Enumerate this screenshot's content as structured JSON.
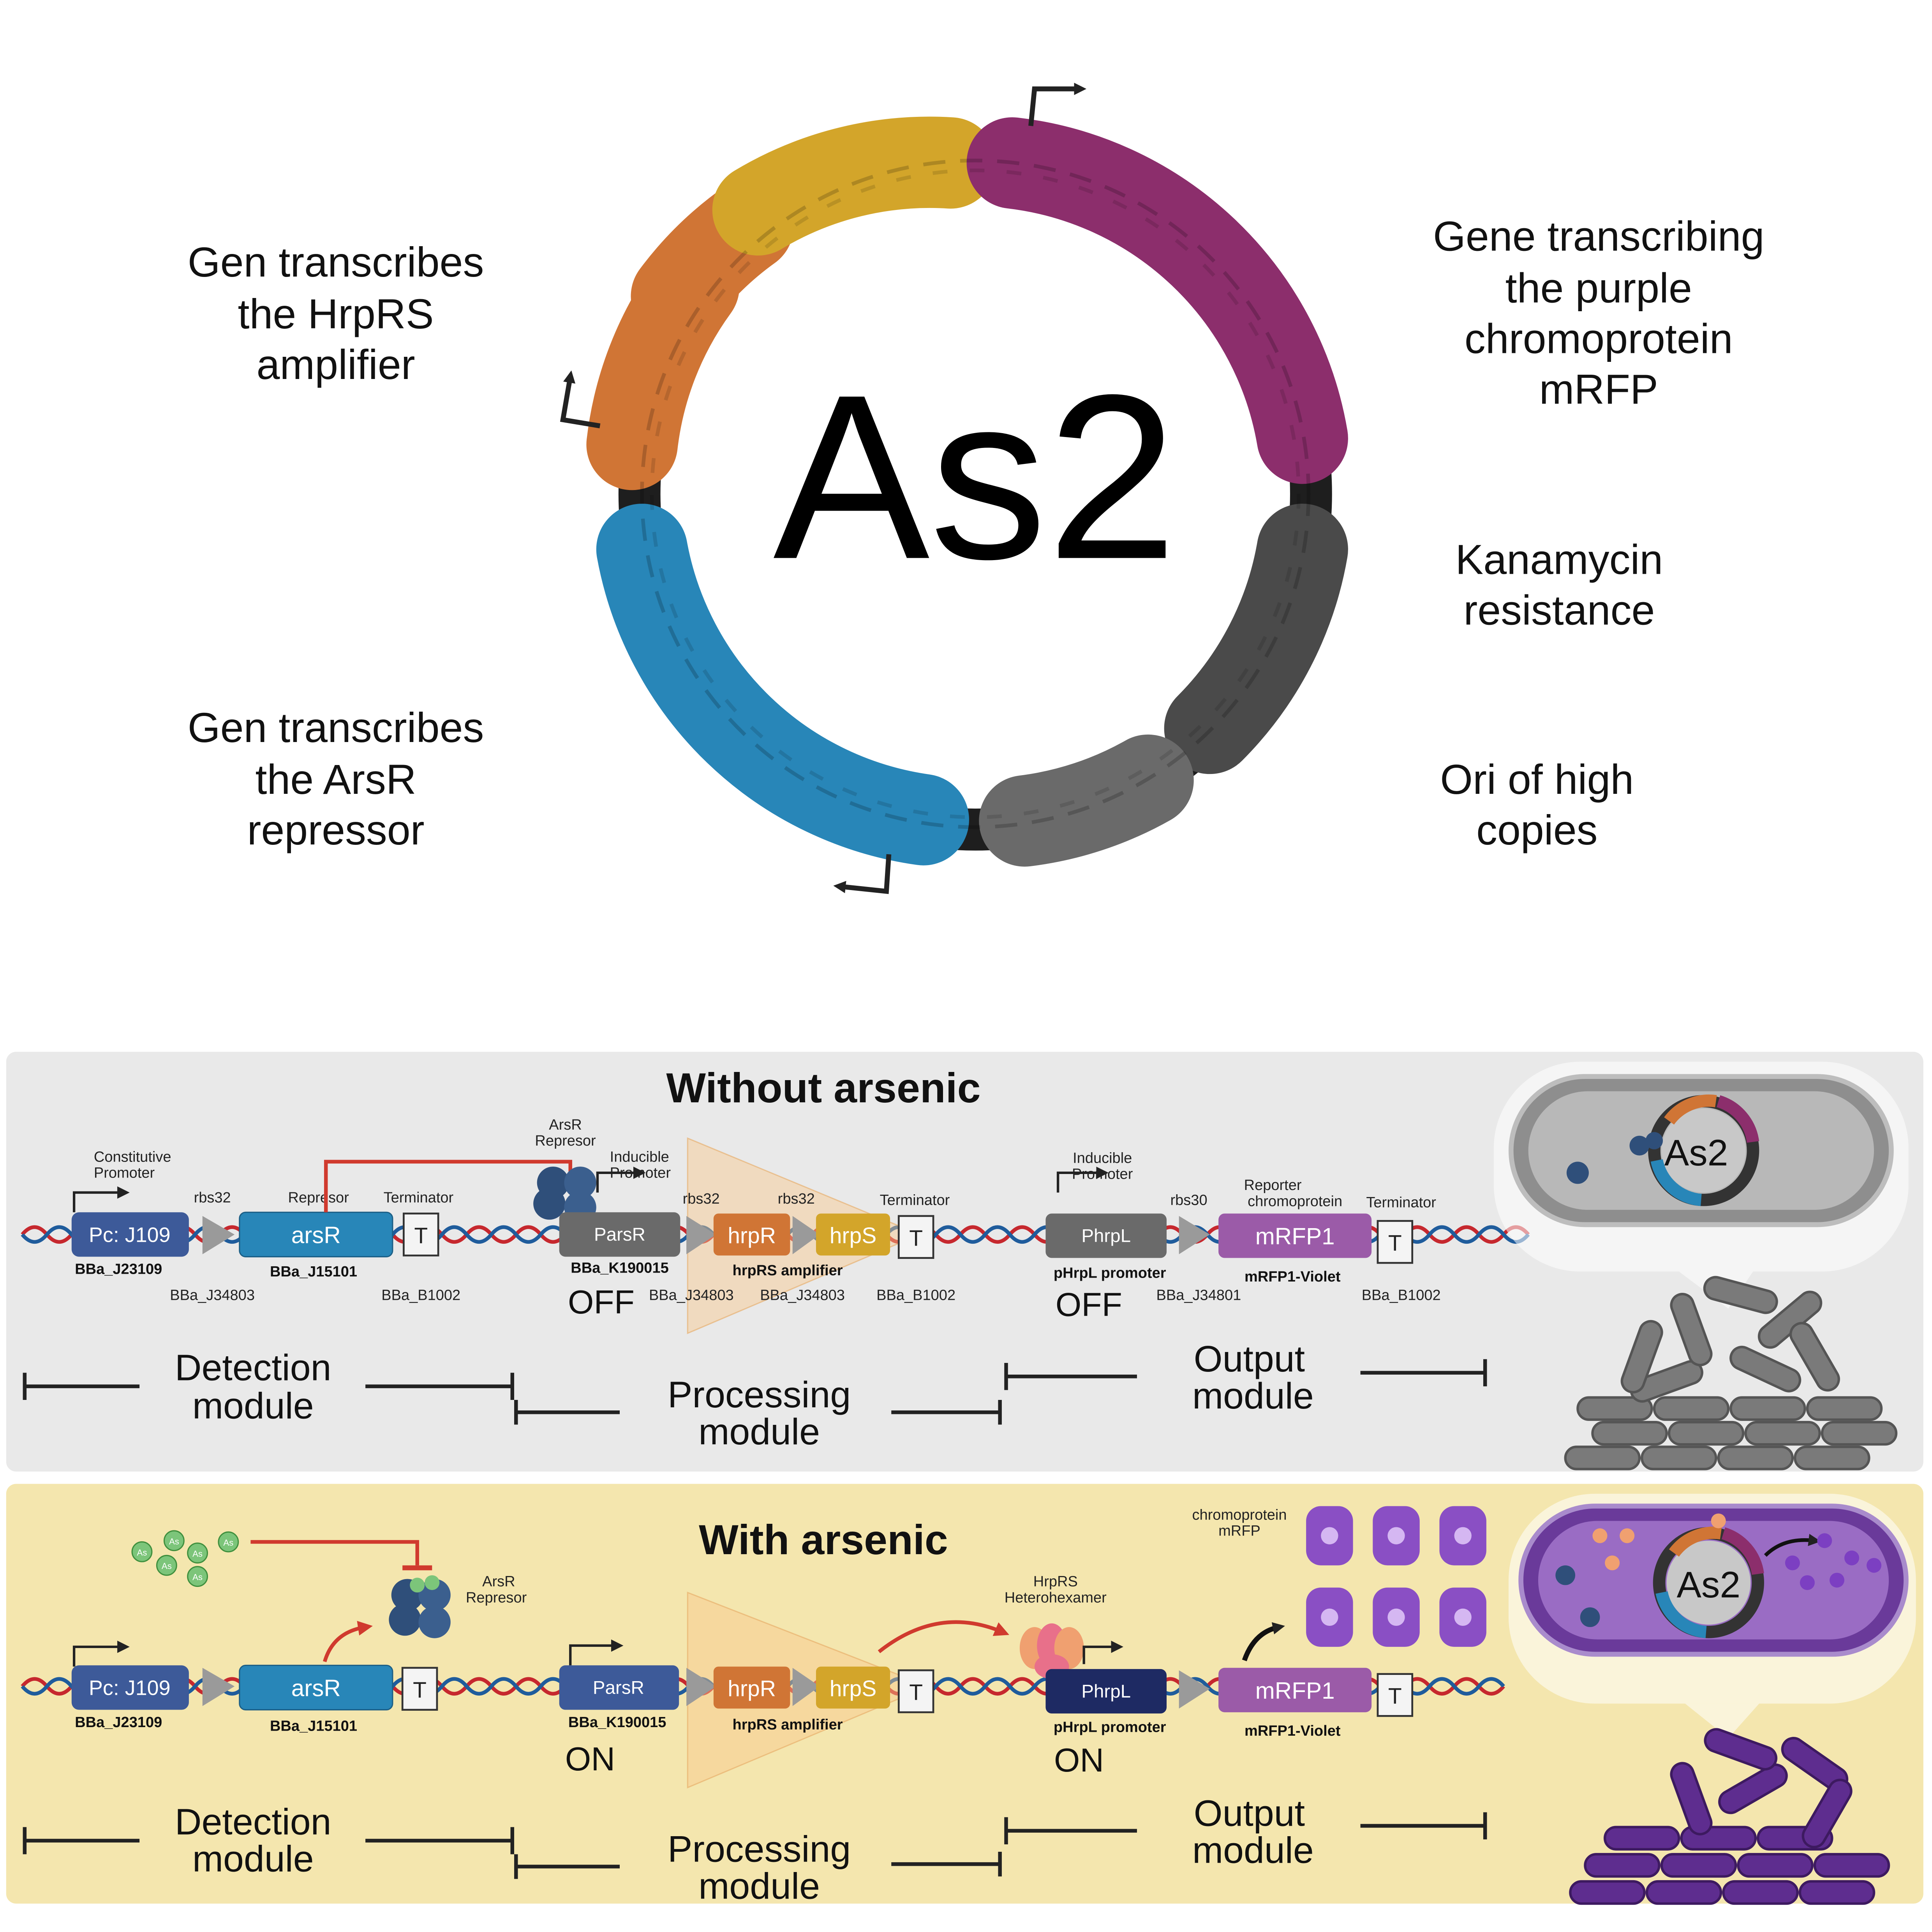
{
  "plasmid": {
    "name": "As2",
    "labels": {
      "hrprs": [
        "Gen transcribes",
        "the HrpRS",
        "amplifier"
      ],
      "arsr": [
        "Gen transcribes",
        "the ArsR",
        "repressor"
      ],
      "mrfp": [
        "Gene transcribing",
        "the purple",
        "chromoprotein",
        "mRFP"
      ],
      "kan": [
        "Kanamycin",
        "resistance"
      ],
      "ori": [
        "Ori of high",
        "copies"
      ]
    },
    "segment_colors": {
      "orange": "#D07535",
      "gold": "#D3A52A",
      "purple": "#8C2E6C",
      "darkgray": "#4A4A4A",
      "gray": "#6A6A6A",
      "blue": "#2886B8"
    }
  },
  "panel_without": {
    "title": "Without arsenic",
    "bg": "#E9E9E9",
    "parts": {
      "promoter1": "Pc:  J109",
      "promoter1_code": "BBa_J23109",
      "constitutive": [
        "Constitutive",
        "Promoter"
      ],
      "rbs1": "rbs32",
      "rbs1_code": "BBa_J34803",
      "gene1_top": "Represor",
      "gene1": "arsR",
      "gene1_code": "BBa_J15101",
      "term1_top": "Terminator",
      "term1_code": "BBa_B1002",
      "terminator_letter": "T",
      "arsr_repressor": [
        "ArsR",
        "Represor"
      ],
      "inducible": [
        "Inducible",
        "Promoter"
      ],
      "parsr": "ParsR",
      "parsr_code": "BBa_K190015",
      "state1": "OFF",
      "rbs2": "rbs32",
      "rbs2_code": "BBa_J34803",
      "rbs3": "rbs32",
      "rbs3_code": "BBa_J34803",
      "hrpR": "hrpR",
      "hrpS": "hrpS",
      "amp_label": "hrpRS amplifier",
      "term2_top": "Terminator",
      "term2_code": "BBa_B1002",
      "inducible2": [
        "Inducible",
        "Promoter"
      ],
      "phrpl": "PhrpL",
      "phrpl_label": "pHrpL promoter",
      "state2": "OFF",
      "rbs4": "rbs30",
      "rbs4_code": "BBa_J34801",
      "reporter_top": [
        "Reporter",
        "chromoprotein"
      ],
      "mrfp": "mRFP1",
      "mrfp_label": "mRFP1-Violet",
      "term3_top": "Terminator",
      "term3_code": "BBa_B1002"
    },
    "modules": {
      "detection": [
        "Detection",
        "module"
      ],
      "processing": [
        "Processing",
        "module"
      ],
      "output": [
        "Output",
        "module"
      ]
    }
  },
  "panel_with": {
    "title": "With arsenic",
    "bg": "#F4E6AE",
    "arsenic": "As",
    "arsr_repressor": [
      "ArsR",
      "Represor"
    ],
    "heterohexamer": [
      "HrpRS",
      "Heterohexamer"
    ],
    "chromoprotein": [
      "chromoprotein",
      "mRFP"
    ],
    "state1": "ON",
    "state2": "ON",
    "modules": {
      "detection": [
        "Detection",
        "module"
      ],
      "processing": [
        "Processing",
        "module"
      ],
      "output": [
        "Output",
        "module"
      ]
    }
  }
}
